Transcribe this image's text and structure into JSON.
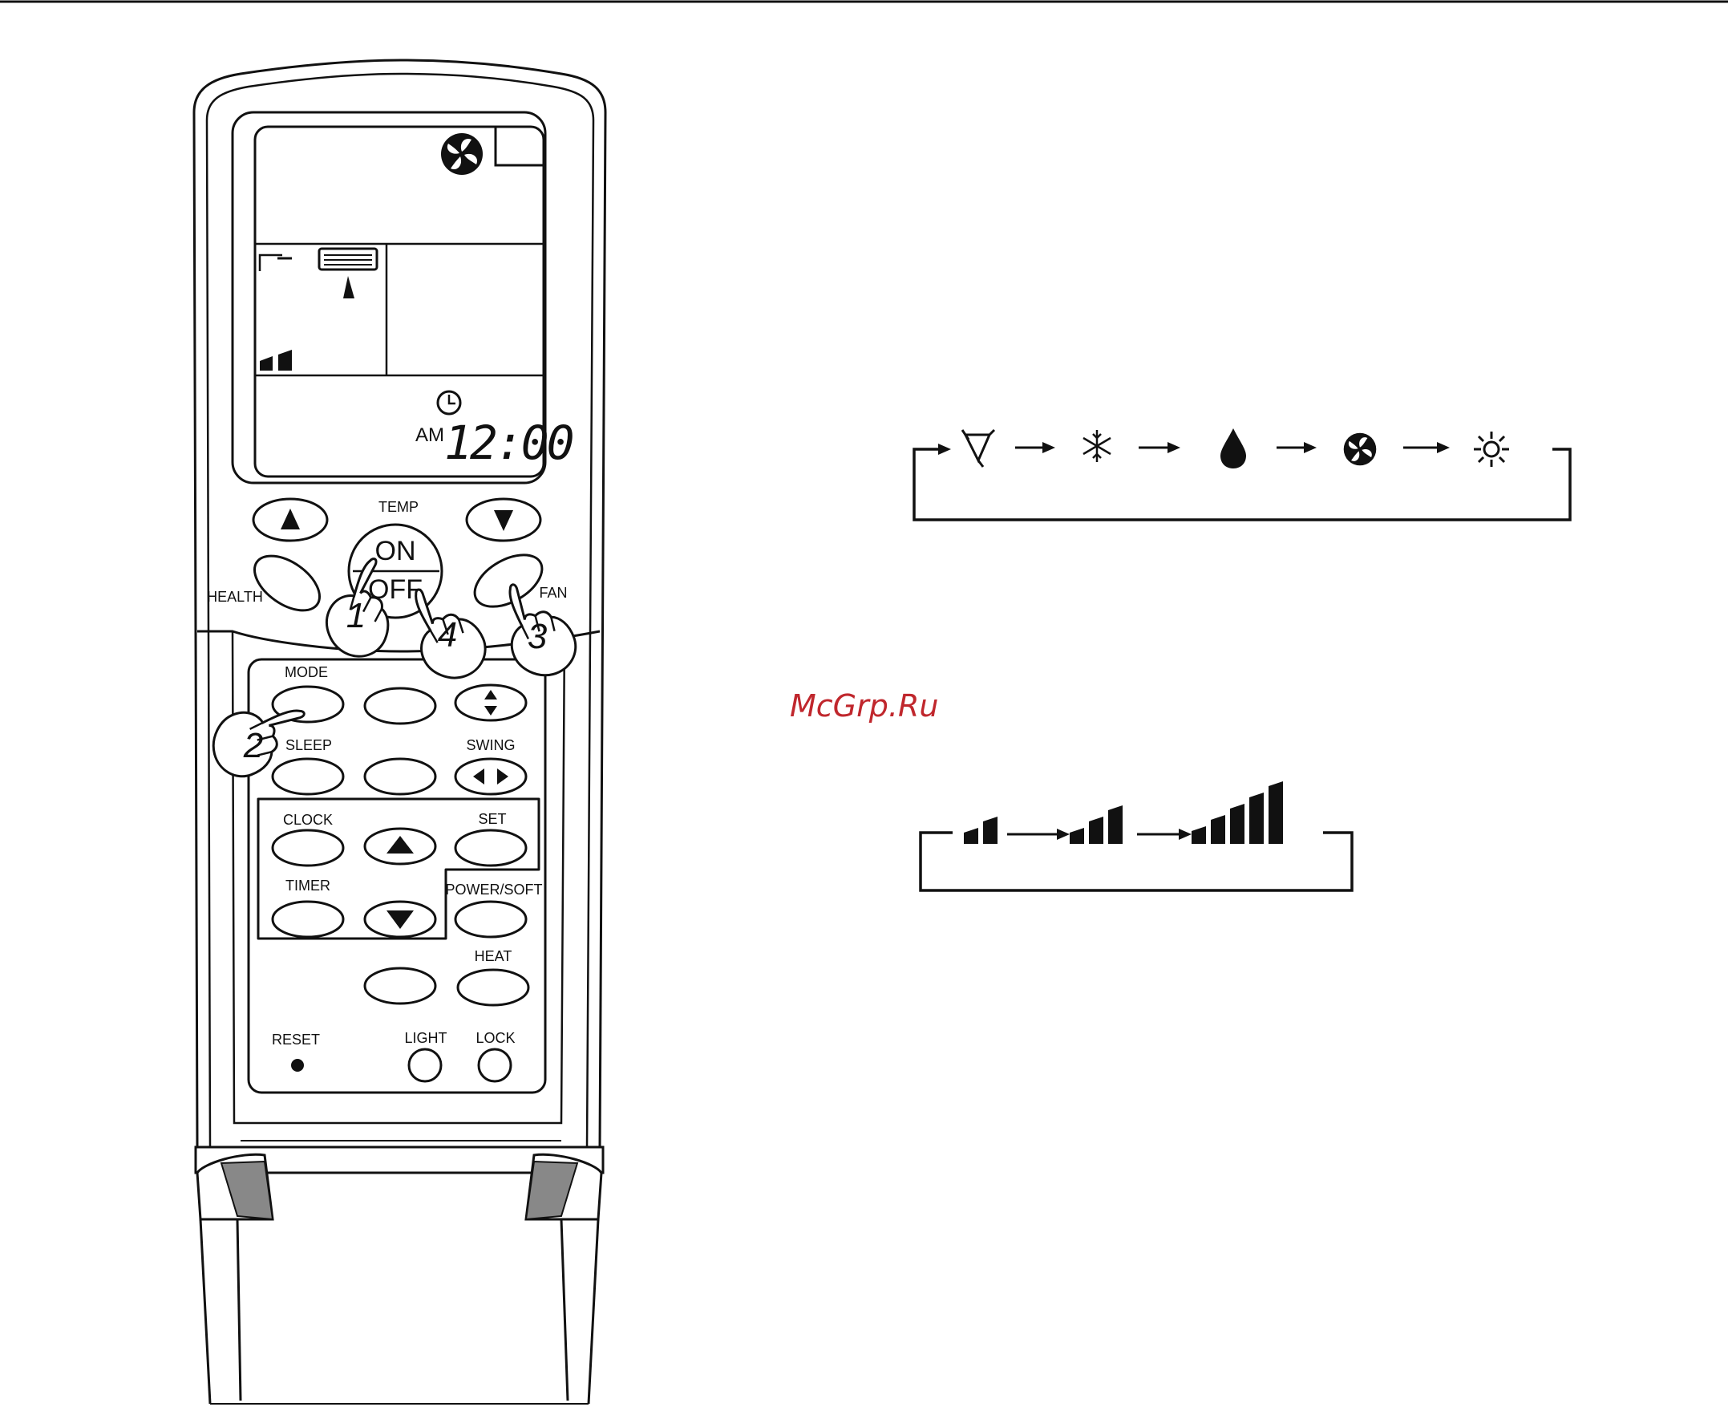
{
  "watermark": {
    "text": "McGrp.Ru",
    "color": "#c0272d"
  },
  "remote": {
    "display": {
      "meridiem": "AM",
      "time": "12:00",
      "icons": [
        "fan-icon",
        "louver-icon",
        "clock-icon",
        "fan-speed-icon"
      ]
    },
    "top_buttons": {
      "temp_label": "TEMP",
      "health_label": "HEALTH",
      "fan_label": "FAN",
      "on_label": "ON",
      "off_label": "OFF"
    },
    "panel": {
      "mode_label": "MODE",
      "sleep_label": "SLEEP",
      "swing_label": "SWING",
      "clock_label": "CLOCK",
      "set_label": "SET",
      "timer_label": "TIMER",
      "power_soft_label": "POWER/SOFT",
      "heat_label": "HEAT",
      "reset_label": "RESET",
      "light_label": "LIGHT",
      "lock_label": "LOCK"
    },
    "step_numbers": [
      "1",
      "2",
      "3",
      "4"
    ]
  },
  "mode_cycle": [
    "auto-icon",
    "snowflake-icon",
    "drop-icon",
    "fan-icon",
    "sun-icon"
  ],
  "fan_speed_cycle": {
    "levels": [
      2,
      3,
      5
    ]
  }
}
